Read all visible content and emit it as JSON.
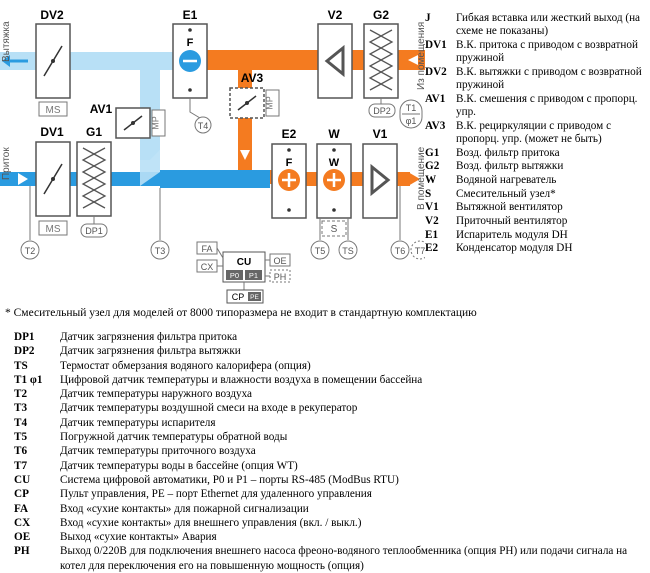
{
  "diagram": {
    "labels": {
      "dv2": "DV2",
      "e1": "E1",
      "v2": "V2",
      "g2": "G2",
      "av1": "AV1",
      "av3": "AV3",
      "dv1": "DV1",
      "g1": "G1",
      "e2": "E2",
      "w": "W",
      "v1": "V1",
      "ms_top": "MS",
      "ms_bot": "MS",
      "mp_av1": "MP",
      "mp_av3": "MP",
      "dp1": "DP1",
      "dp2": "DP2",
      "t1": "T1",
      "phi1": "φ1",
      "t2": "T2",
      "t3": "T3",
      "t4": "T4",
      "t5": "T5",
      "t6": "T6",
      "t7": "T7",
      "ts": "TS",
      "s": "S",
      "f_e1": "F",
      "f_e2": "F",
      "w_letter": "W",
      "cu": "CU",
      "p0": "P0",
      "p1": "P1",
      "fa": "FA",
      "cx": "CX",
      "oe": "OE",
      "ph": "PH",
      "cp": "CP",
      "pe": "PE"
    },
    "flows": {
      "exhaust": "Вытяжка",
      "intake": "Приток",
      "from_room": "Из помещения",
      "to_room": "В помещение"
    },
    "colors": {
      "supply": "#2a9be0",
      "supply_light": "#b8e0f6",
      "return": "#f47b20",
      "return_light": "#f9c6a0",
      "box_border": "#555555",
      "grey": "#777777"
    }
  },
  "legend": [
    {
      "code": "J",
      "desc": "Гибкая вставка или жесткий выход (на схеме не показаны)"
    },
    {
      "code": "DV1",
      "desc": "В.К. притока с приводом с возвратной пружиной"
    },
    {
      "code": "DV2",
      "desc": "В.К. вытяжки с приводом с возвратной пружиной"
    },
    {
      "code": "AV1",
      "desc": "В.К. смешения с приводом с пропорц. упр."
    },
    {
      "code": "AV3",
      "desc": "В.К. рециркуляции с приводом с пропорц. упр. (может не быть)"
    },
    {
      "code": "G1",
      "desc": "Возд. фильтр притока"
    },
    {
      "code": "G2",
      "desc": "Возд. фильтр вытяжки"
    },
    {
      "code": "W",
      "desc": "Водяной нагреватель"
    },
    {
      "code": "S",
      "desc": "Смесительный узел*"
    },
    {
      "code": "V1",
      "desc": "Вытяжной вентилятор"
    },
    {
      "code": "V2",
      "desc": "Приточный вентилятор"
    },
    {
      "code": "E1",
      "desc": "Испаритель модуля DH"
    },
    {
      "code": "E2",
      "desc": "Конденсатор модуля DH"
    }
  ],
  "footnote": "* Смесительный узел для моделей от 8000 типоразмера не входит в стандартную комплектацию",
  "bottom_legend": [
    {
      "code": "DP1",
      "desc": "Датчик загрязнения фильтра притока"
    },
    {
      "code": "DP2",
      "desc": "Датчик загрязнения фильтра вытяжки"
    },
    {
      "code": "TS",
      "desc": "Термостат обмерзания водяного калорифера (опция)"
    },
    {
      "code": "T1 φ1",
      "desc": "Цифровой датчик температуры и влажности воздуха в помещении бассейна"
    },
    {
      "code": "T2",
      "desc": "Датчик температуры наружного воздуха"
    },
    {
      "code": "T3",
      "desc": "Датчик температуры воздушной смеси на входе в рекуператор"
    },
    {
      "code": "T4",
      "desc": "Датчик температуры испарителя"
    },
    {
      "code": "T5",
      "desc": "Погружной датчик температуры обратной воды"
    },
    {
      "code": "T6",
      "desc": "Датчик температуры приточного воздуха"
    },
    {
      "code": "T7",
      "desc": "Датчик температуры воды в бассейне (опция WT)"
    },
    {
      "code": "CU",
      "desc": "Система цифровой автоматики, P0 и P1 – порты RS-485 (ModBus RTU)"
    },
    {
      "code": "CP",
      "desc": "Пульт управления, PE – порт Ethernet для удаленного управления"
    },
    {
      "code": "FA",
      "desc": "Вход «сухие контакты» для пожарной сигнализации"
    },
    {
      "code": "CX",
      "desc": "Вход  «сухие контакты» для внешнего управления (вкл. / выкл.)"
    },
    {
      "code": "OE",
      "desc": "Выход «сухие контакты» Авария"
    },
    {
      "code": "PH",
      "desc": "Выход 0/220В для подключения внешнего насоса фреоно-водяного теплообменника (опция PH) или подачи сигнала на котел для переключения его на повышенную мощность (опция)"
    }
  ]
}
